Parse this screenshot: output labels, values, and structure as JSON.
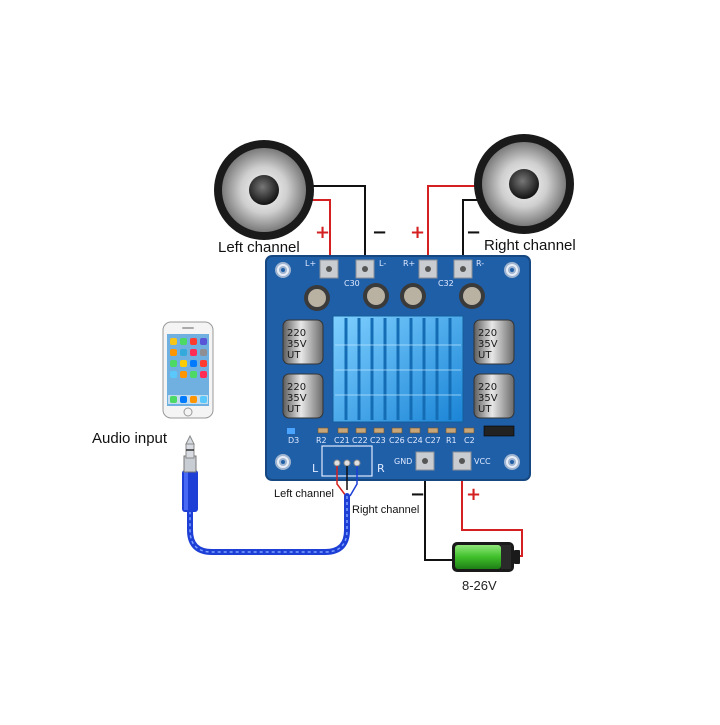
{
  "labels": {
    "left_speaker": "Left channel",
    "right_speaker": "Right channel",
    "audio_input": "Audio input",
    "input_left": "Left channel",
    "input_right": "Right channel",
    "battery_voltage": "8-26V",
    "plus": "+",
    "minus": "−"
  },
  "board": {
    "terminal_labels": [
      "L+",
      "L-",
      "R+",
      "R-"
    ],
    "gnd": "GND",
    "vcc": "VCC",
    "cap_top": "220",
    "cap_mid": "35V",
    "cap_bot": "UT",
    "input_l": "L",
    "input_r": "R",
    "silk": [
      "R2",
      "C21",
      "C22",
      "C23",
      "C26",
      "C24",
      "C27",
      "R1",
      "C2",
      "D3",
      "C30",
      "C32"
    ]
  },
  "colors": {
    "pcb": "#1f5fa8",
    "heatsink": "#2fa0e6",
    "wire_red": "#d42020",
    "wire_black": "#111111",
    "cable_blue": "#1d3fd6",
    "battery_green": "#3fbf2a"
  }
}
